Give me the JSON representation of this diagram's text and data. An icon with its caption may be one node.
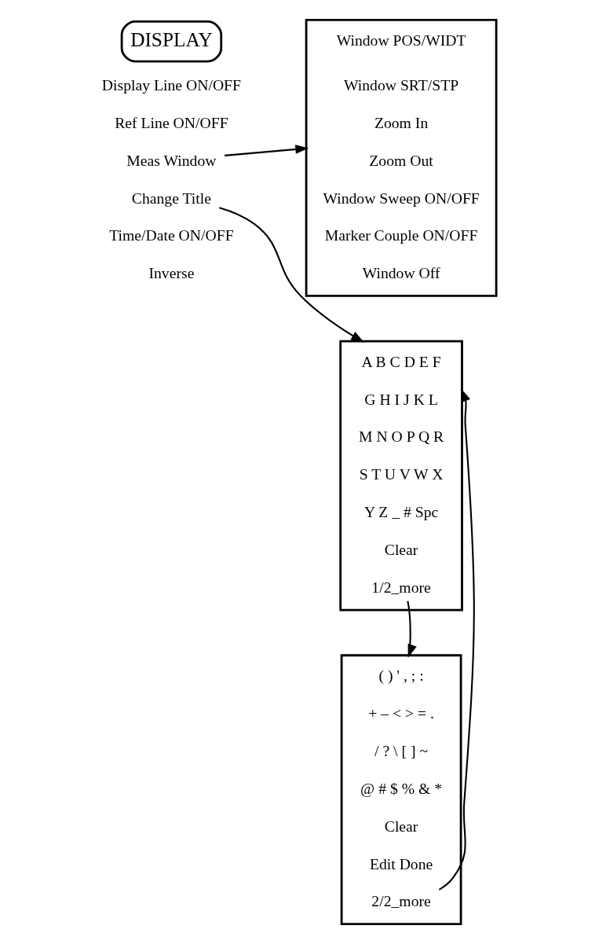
{
  "diagram": {
    "nodes": [
      {
        "text": [
          "DISPLAY"
        ]
      },
      {
        "text": [
          "Display Line ON/OFF"
        ]
      },
      {
        "text": [
          "Ref Line ON/OFF"
        ]
      },
      {
        "text": [
          "Meas Window"
        ]
      },
      {
        "text": [
          "Change Title"
        ]
      },
      {
        "text": [
          "Time/Date ON/OFF"
        ]
      },
      {
        "text": [
          "Inverse"
        ]
      },
      {
        "text": [],
        "shape": "bracket"
      },
      {
        "text": [
          "Window POS/WIDT"
        ],
        "in": 7
      },
      {
        "text": [
          "Window SRT/STP"
        ],
        "in": 7
      },
      {
        "text": [
          "Zoom In"
        ],
        "in": 7
      },
      {
        "text": [
          "Zoom Out"
        ],
        "in": 7
      },
      {
        "text": [
          "Window Sweep ON/OFF"
        ],
        "in": 7
      },
      {
        "text": [
          "Marker Couple ON/OFF"
        ],
        "in": 7
      },
      {
        "text": [
          "Window Off"
        ],
        "in": 7
      },
      {
        "text": [],
        "shape": "bracket"
      },
      {
        "text": [
          "A B C D E F"
        ],
        "in": 15
      },
      {
        "text": [
          "G H I J K L"
        ],
        "in": 15
      },
      {
        "text": [
          "M N O P Q R"
        ],
        "in": 15
      },
      {
        "text": [
          "S T U V W X"
        ],
        "in": 15
      },
      {
        "text": [
          "Y Z _ # Spc"
        ],
        "in": 15
      },
      {
        "text": [
          "Clear"
        ],
        "in": 15
      },
      {
        "text": [
          "1/2_more"
        ],
        "in": 15
      },
      {
        "text": [],
        "shape": "bracket"
      },
      {
        "text": [
          "( ) ' , ; :"
        ],
        "in": 23
      },
      {
        "text": [
          "+ – < > = ."
        ],
        "in": 23
      },
      {
        "text": [
          "/ ? \\ [ ] ~"
        ],
        "in": 23
      },
      {
        "text": [
          "@ # $ % & *"
        ],
        "in": 23
      },
      {
        "text": [
          "Clear"
        ],
        "in": 23
      },
      {
        "text": [
          "Edit Done"
        ],
        "in": 23
      },
      {
        "text": [
          "2/2_more"
        ],
        "in": 23
      }
    ],
    "edges": [
      {
        "from": 3,
        "to": 7,
        "arrow": "to"
      },
      {
        "from": 4,
        "to": 15,
        "arrow": "to"
      },
      {
        "from": 22,
        "to": 23,
        "arrow": "to"
      },
      {
        "from": 30,
        "to": 15,
        "arrow": "to"
      }
    ]
  }
}
